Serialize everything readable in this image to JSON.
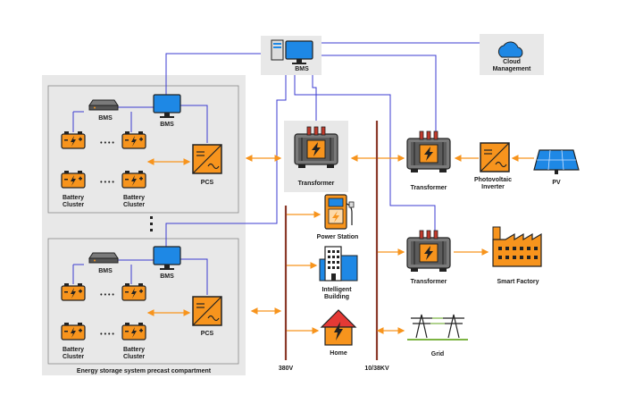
{
  "compartment_label": "Energy storage system precast compartment",
  "top": {
    "bms_label": "BMS",
    "cloud_label_line1": "Cloud",
    "cloud_label_line2": "Management"
  },
  "upper_cabinet": {
    "bms_device_label": "BMS",
    "bms_monitor_label": "BMS",
    "pcs_label": "PCS",
    "cluster_label_line1": "Battery",
    "cluster_label_line2": "Cluster"
  },
  "lower_cabinet": {
    "bms_device_label": "BMS",
    "bms_monitor_label": "BMS",
    "pcs_label": "PCS",
    "cluster_label_line1": "Battery",
    "cluster_label_line2": "Cluster"
  },
  "center": {
    "transformer_label": "Transformer",
    "power_station_label": "Power Station",
    "building_label_line1": "Intelligent",
    "building_label_line2": "Building",
    "home_label": "Home"
  },
  "bus": {
    "low_voltage_label": "380V",
    "high_voltage_label": "10/38KV"
  },
  "right": {
    "transformer_top_label": "Transformer",
    "pv_inverter_line1": "Photovoltaic",
    "pv_inverter_line2": "Inverter",
    "pv_label": "PV",
    "transformer_bottom_label": "Transformer",
    "factory_label": "Smart Factory",
    "grid_label": "Grid"
  },
  "colors": {
    "panel_bg": "#e8e8e8",
    "battery_orange": "#f7941d",
    "arrow_orange": "#f7941d",
    "signal_blue": "#3b3bd0",
    "bus_brown": "#8b3a2a",
    "monitor_blue": "#1e88e5",
    "green_line": "#7cb342"
  }
}
